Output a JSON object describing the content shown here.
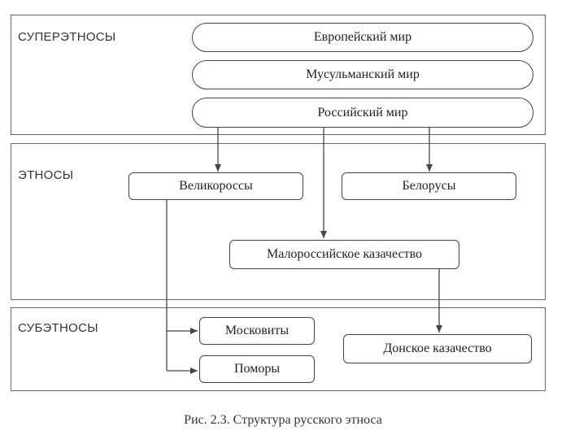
{
  "levels": {
    "superethnos": "СУПЕРЭТНОСЫ",
    "ethnos": "ЭТНОСЫ",
    "subethnos": "СУБЭТНОСЫ"
  },
  "nodes": {
    "european_world": "Европейский мир",
    "muslim_world": "Мусульманский мир",
    "russian_world": "Российский мир",
    "great_russians": "Великороссы",
    "belarusians": "Белорусы",
    "little_russian_cossacks": "Малороссийское казачество",
    "muscovites": "Московиты",
    "pomors": "Поморы",
    "don_cossacks": "Донское казачество"
  },
  "caption": "Рис. 2.3. Структура русского этноса"
}
